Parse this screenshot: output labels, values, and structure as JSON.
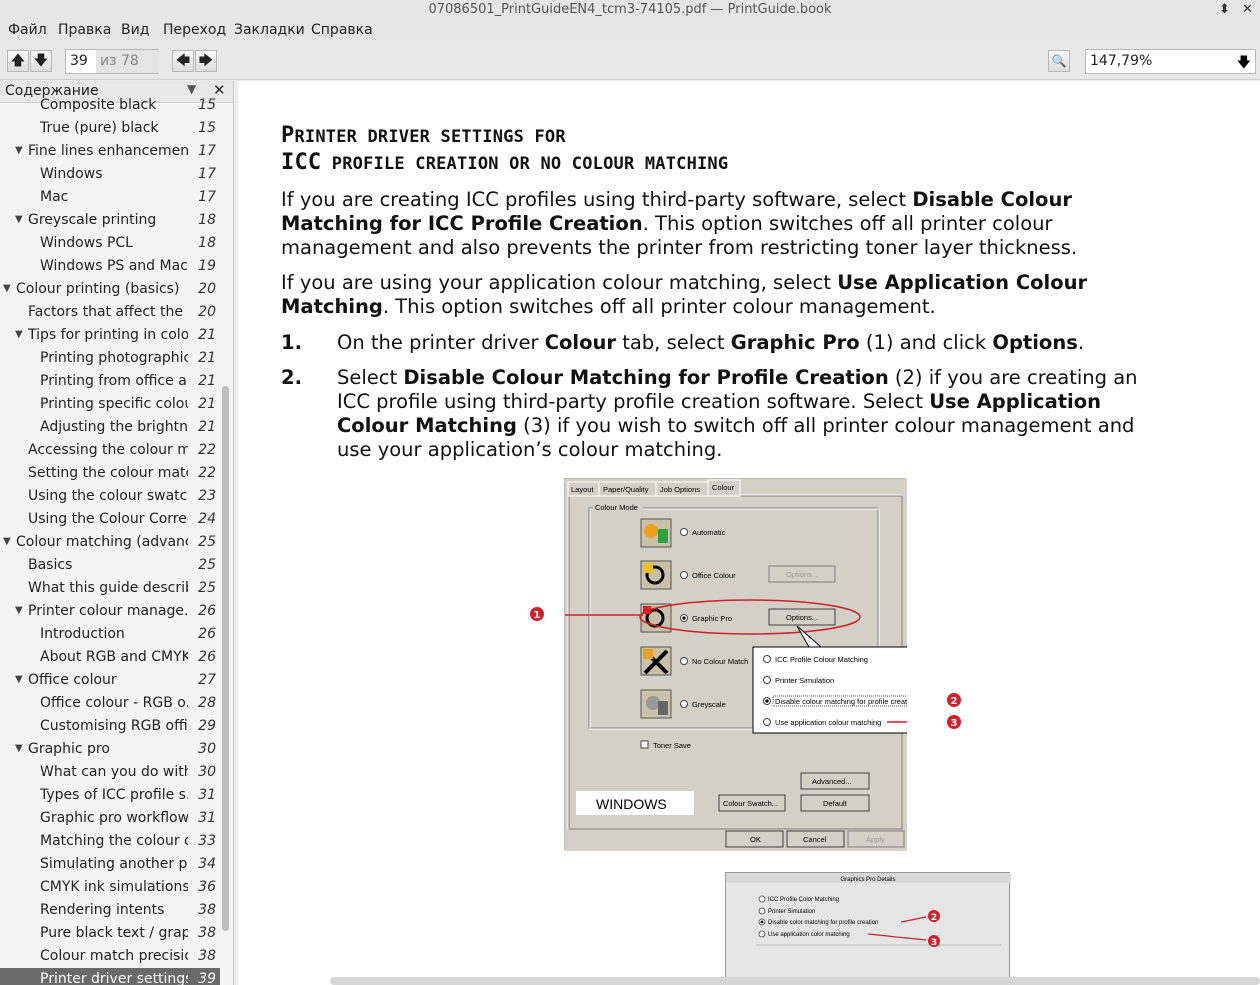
{
  "window": {
    "title": "07086501_PrintGuideEN4_tcm3-74105.pdf — PrintGuide.book",
    "minimize": "⬍",
    "close": "✕"
  },
  "menu": [
    "Файл",
    "Правка",
    "Вид",
    "Переход",
    "Закладки",
    "Справка"
  ],
  "toolbar": {
    "page": "39",
    "of_pages": "из 78",
    "zoom": "147,79%",
    "up_icon": "🡅",
    "down_icon": "🡇",
    "back_icon": "🡄",
    "forward_icon": "🡆",
    "search_icon": "🔍"
  },
  "sidebar": {
    "title": "Содержание",
    "items": [
      {
        "label": "Composite black",
        "page": "15",
        "level": 2
      },
      {
        "label": "True (pure) black",
        "page": "15",
        "level": 2
      },
      {
        "label": "Fine lines enhancement",
        "page": "17",
        "level": 1,
        "expanded": true
      },
      {
        "label": "Windows",
        "page": "17",
        "level": 2
      },
      {
        "label": "Mac",
        "page": "17",
        "level": 2
      },
      {
        "label": "Greyscale printing",
        "page": "18",
        "level": 1,
        "expanded": true
      },
      {
        "label": "Windows PCL",
        "page": "18",
        "level": 2
      },
      {
        "label": "Windows PS and Mac",
        "page": "19",
        "level": 2
      },
      {
        "label": "Colour printing (basics)",
        "page": "20",
        "level": 0,
        "expanded": true
      },
      {
        "label": "Factors that affect the a...",
        "page": "20",
        "level": 1
      },
      {
        "label": "Tips for printing in colour",
        "page": "21",
        "level": 1,
        "expanded": true
      },
      {
        "label": "Printing photographic...",
        "page": "21",
        "level": 2
      },
      {
        "label": "Printing from office a...",
        "page": "21",
        "level": 2
      },
      {
        "label": "Printing specific colou...",
        "page": "21",
        "level": 2
      },
      {
        "label": "Adjusting the brightne...",
        "page": "21",
        "level": 2
      },
      {
        "label": "Accessing the colour ma...",
        "page": "22",
        "level": 1
      },
      {
        "label": "Setting the colour matc...",
        "page": "22",
        "level": 1
      },
      {
        "label": "Using the colour swatch...",
        "page": "23",
        "level": 1
      },
      {
        "label": "Using the Colour Correc...",
        "page": "24",
        "level": 1
      },
      {
        "label": "Colour matching (advanced)",
        "page": "25",
        "level": 0,
        "expanded": true
      },
      {
        "label": "Basics",
        "page": "25",
        "level": 1
      },
      {
        "label": "What this guide describes",
        "page": "25",
        "level": 1
      },
      {
        "label": "Printer colour manage...",
        "page": "26",
        "level": 1,
        "expanded": true
      },
      {
        "label": "Introduction",
        "page": "26",
        "level": 2
      },
      {
        "label": "About RGB and CMYK ...",
        "page": "26",
        "level": 2
      },
      {
        "label": "Office colour",
        "page": "27",
        "level": 1,
        "expanded": true
      },
      {
        "label": "Office colour - RGB o...",
        "page": "28",
        "level": 2
      },
      {
        "label": "Customising RGB offic...",
        "page": "29",
        "level": 2
      },
      {
        "label": "Graphic pro",
        "page": "30",
        "level": 1,
        "expanded": true
      },
      {
        "label": "What can you do with ...",
        "page": "30",
        "level": 2
      },
      {
        "label": "Types of ICC profile s...",
        "page": "31",
        "level": 2
      },
      {
        "label": "Graphic pro workflow...",
        "page": "31",
        "level": 2
      },
      {
        "label": "Matching the colour o...",
        "page": "33",
        "level": 2
      },
      {
        "label": "Simulating another pr...",
        "page": "34",
        "level": 2
      },
      {
        "label": "CMYK ink simulations ...",
        "page": "36",
        "level": 2
      },
      {
        "label": "Rendering intents",
        "page": "38",
        "level": 2
      },
      {
        "label": "Pure black text / grap...",
        "page": "38",
        "level": 2
      },
      {
        "label": "Colour match precision",
        "page": "38",
        "level": 2
      },
      {
        "label": "Printer driver settings...",
        "page": "39",
        "level": 2,
        "selected": true
      }
    ]
  },
  "document": {
    "heading_line1": [
      "P",
      "RINTER DRIVER SETTINGS FOR"
    ],
    "heading_line2": [
      "ICC",
      " PROFILE CREATION OR NO COLOUR MATCHING"
    ],
    "p1": [
      "If you are creating ICC profiles using third-party software, select ",
      "Disable Colour Matching for ICC Profile Creation",
      ". This option switches off all printer colour management and also prevents the printer from restricting toner layer thickness."
    ],
    "p2": [
      "If you are using your application colour matching, select ",
      "Use Application Colour Matching",
      ". This option switches off all printer colour management."
    ],
    "step1_num": "1.",
    "step1": [
      "On the printer driver ",
      "Colour",
      " tab, select ",
      "Graphic Pro",
      " (1) and click ",
      "Options",
      "."
    ],
    "step2_num": "2.",
    "step2": [
      "Select ",
      "Disable Colour Matching for Profile Creation",
      " (2) if you are creating an ICC profile using third-party profile creation software. Select ",
      "Use Application Colour Matching",
      " (3) if you wish to switch off all printer colour management and use your application’s colour matching."
    ],
    "win_dialog": {
      "tabs": [
        "Layout",
        "Paper/Quality",
        "Job Options",
        "Colour"
      ],
      "group": "Colour Mode",
      "modes": [
        "Automatic",
        "Office Colour",
        "Graphic Pro",
        "No Colour Match",
        "Greyscale"
      ],
      "options_btn": "Options...",
      "popup": [
        "ICC Profile Colour Matching",
        "Printer Simulation",
        "Disable colour matching for profile creation",
        "Use application colour matching"
      ],
      "toner_save": "Toner Save",
      "advanced": "Advanced...",
      "swatch": "Colour Swatch...",
      "default": "Default",
      "ok": "OK",
      "cancel": "Cancel",
      "apply": "Apply",
      "label": "WINDOWS",
      "callouts": [
        "1",
        "2",
        "3"
      ]
    },
    "mac_dialog": {
      "title": "Graphics Pro Details",
      "options": [
        "ICC Profile Color Matching",
        "Printer Simulation",
        "Disable color matching for profile creation",
        "Use application color matching"
      ],
      "callouts": [
        "2",
        "3"
      ]
    }
  }
}
